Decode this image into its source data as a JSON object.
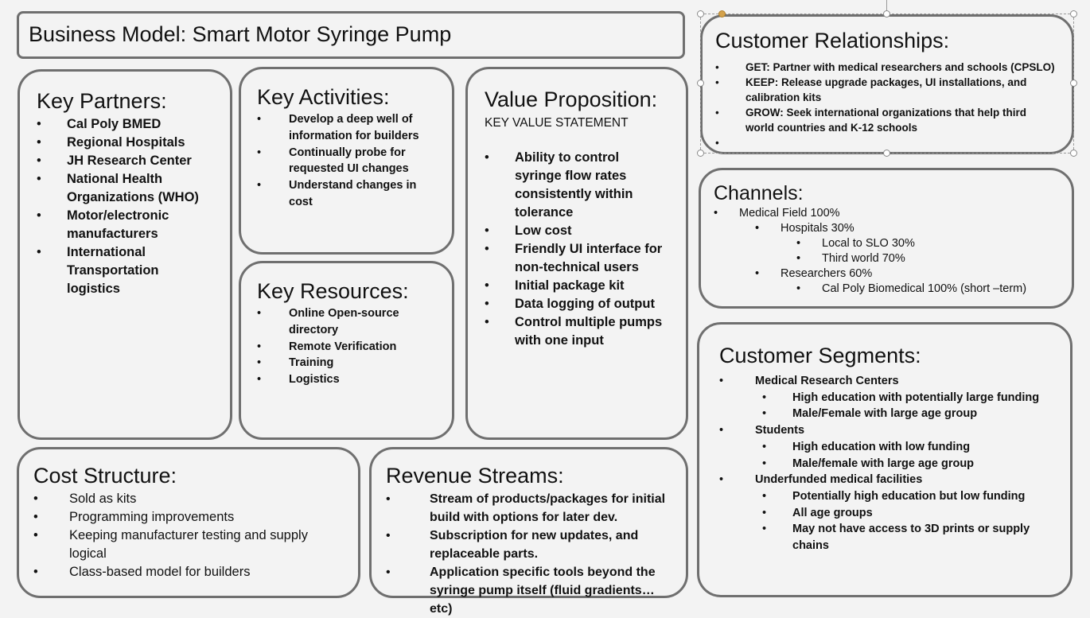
{
  "title": "Business Model: Smart Motor Syringe Pump",
  "key_partners": {
    "heading": "Key Partners:",
    "items": [
      [
        "Cal Poly BMED"
      ],
      [
        "Regional Hospitals"
      ],
      [
        "JH Research Center"
      ],
      [
        "National Health",
        "Organizations (WHO)"
      ],
      [
        "Motor/electronic",
        "manufacturers"
      ],
      [
        "International",
        "Transportation",
        "logistics"
      ]
    ]
  },
  "key_activities": {
    "heading": "Key Activities:",
    "items": [
      [
        "Develop a deep well of",
        "information for builders"
      ],
      [
        "Continually probe for",
        "requested UI changes"
      ],
      [
        "Understand changes in",
        "cost"
      ]
    ]
  },
  "key_resources": {
    "heading": "Key Resources:",
    "items": [
      [
        "Online Open-source",
        "directory"
      ],
      [
        "Remote Verification"
      ],
      [
        "Training"
      ],
      [
        "Logistics"
      ]
    ]
  },
  "value_proposition": {
    "heading": "Value Proposition:",
    "subheading": "KEY VALUE STATEMENT",
    "items": [
      [
        "Ability to control",
        "syringe flow rates",
        "consistently within",
        "tolerance"
      ],
      [
        "Low cost"
      ],
      [
        "Friendly UI interface for",
        "non-technical users"
      ],
      [
        "Initial package kit"
      ],
      [
        "Data logging of output"
      ],
      [
        "Control multiple pumps",
        "with one input"
      ]
    ]
  },
  "customer_relationships": {
    "heading": "Customer Relationships:",
    "items": [
      [
        "GET: Partner with medical researchers and schools  (CPSLO)"
      ],
      [
        "KEEP: Release upgrade packages, UI installations, and",
        "calibration kits"
      ],
      [
        "GROW: Seek international organizations that help third",
        "world countries and K-12 schools"
      ],
      [
        ""
      ]
    ]
  },
  "channels": {
    "heading": "Channels:",
    "items": [
      {
        "level": 1,
        "text": "Medical Field 100%"
      },
      {
        "level": 2,
        "text": "Hospitals 30%"
      },
      {
        "level": 3,
        "text": "Local to SLO 30%"
      },
      {
        "level": 3,
        "text": "Third world 70%"
      },
      {
        "level": 2,
        "text": "Researchers 60%"
      },
      {
        "level": 3,
        "text": "Cal Poly Biomedical 100% (short –term)"
      }
    ]
  },
  "customer_segments": {
    "heading": "Customer Segments:",
    "items": [
      {
        "level": 1,
        "lines": [
          "Medical Research Centers"
        ]
      },
      {
        "level": 2,
        "lines": [
          "High education with potentially large funding"
        ]
      },
      {
        "level": 2,
        "lines": [
          "Male/Female with large age group"
        ]
      },
      {
        "level": 1,
        "lines": [
          "Students"
        ]
      },
      {
        "level": 2,
        "lines": [
          "High education with low funding"
        ]
      },
      {
        "level": 2,
        "lines": [
          "Male/female with large age group"
        ]
      },
      {
        "level": 1,
        "lines": [
          "Underfunded medical facilities"
        ]
      },
      {
        "level": 2,
        "lines": [
          "Potentially high education but low funding"
        ]
      },
      {
        "level": 2,
        "lines": [
          "All age groups"
        ]
      },
      {
        "level": 2,
        "lines": [
          "May not have access to 3D prints or supply",
          "chains"
        ]
      }
    ]
  },
  "cost_structure": {
    "heading": "Cost Structure:",
    "items": [
      [
        "Sold as kits"
      ],
      [
        "Programming improvements"
      ],
      [
        "Keeping manufacturer testing and supply",
        "logical"
      ],
      [
        "Class-based model for builders"
      ]
    ]
  },
  "revenue_streams": {
    "heading": "Revenue Streams:",
    "items": [
      [
        "Stream of products/packages for initial",
        "build with options for later dev."
      ],
      [
        "Subscription for new updates, and",
        "replaceable parts."
      ],
      [
        "Application specific tools beyond the",
        "syringe pump itself (fluid gradients…",
        "etc)"
      ]
    ]
  },
  "colors": {
    "background": "#f3f3f3",
    "border": "#6f6f6f",
    "accent_handle": "#d4a24c"
  }
}
